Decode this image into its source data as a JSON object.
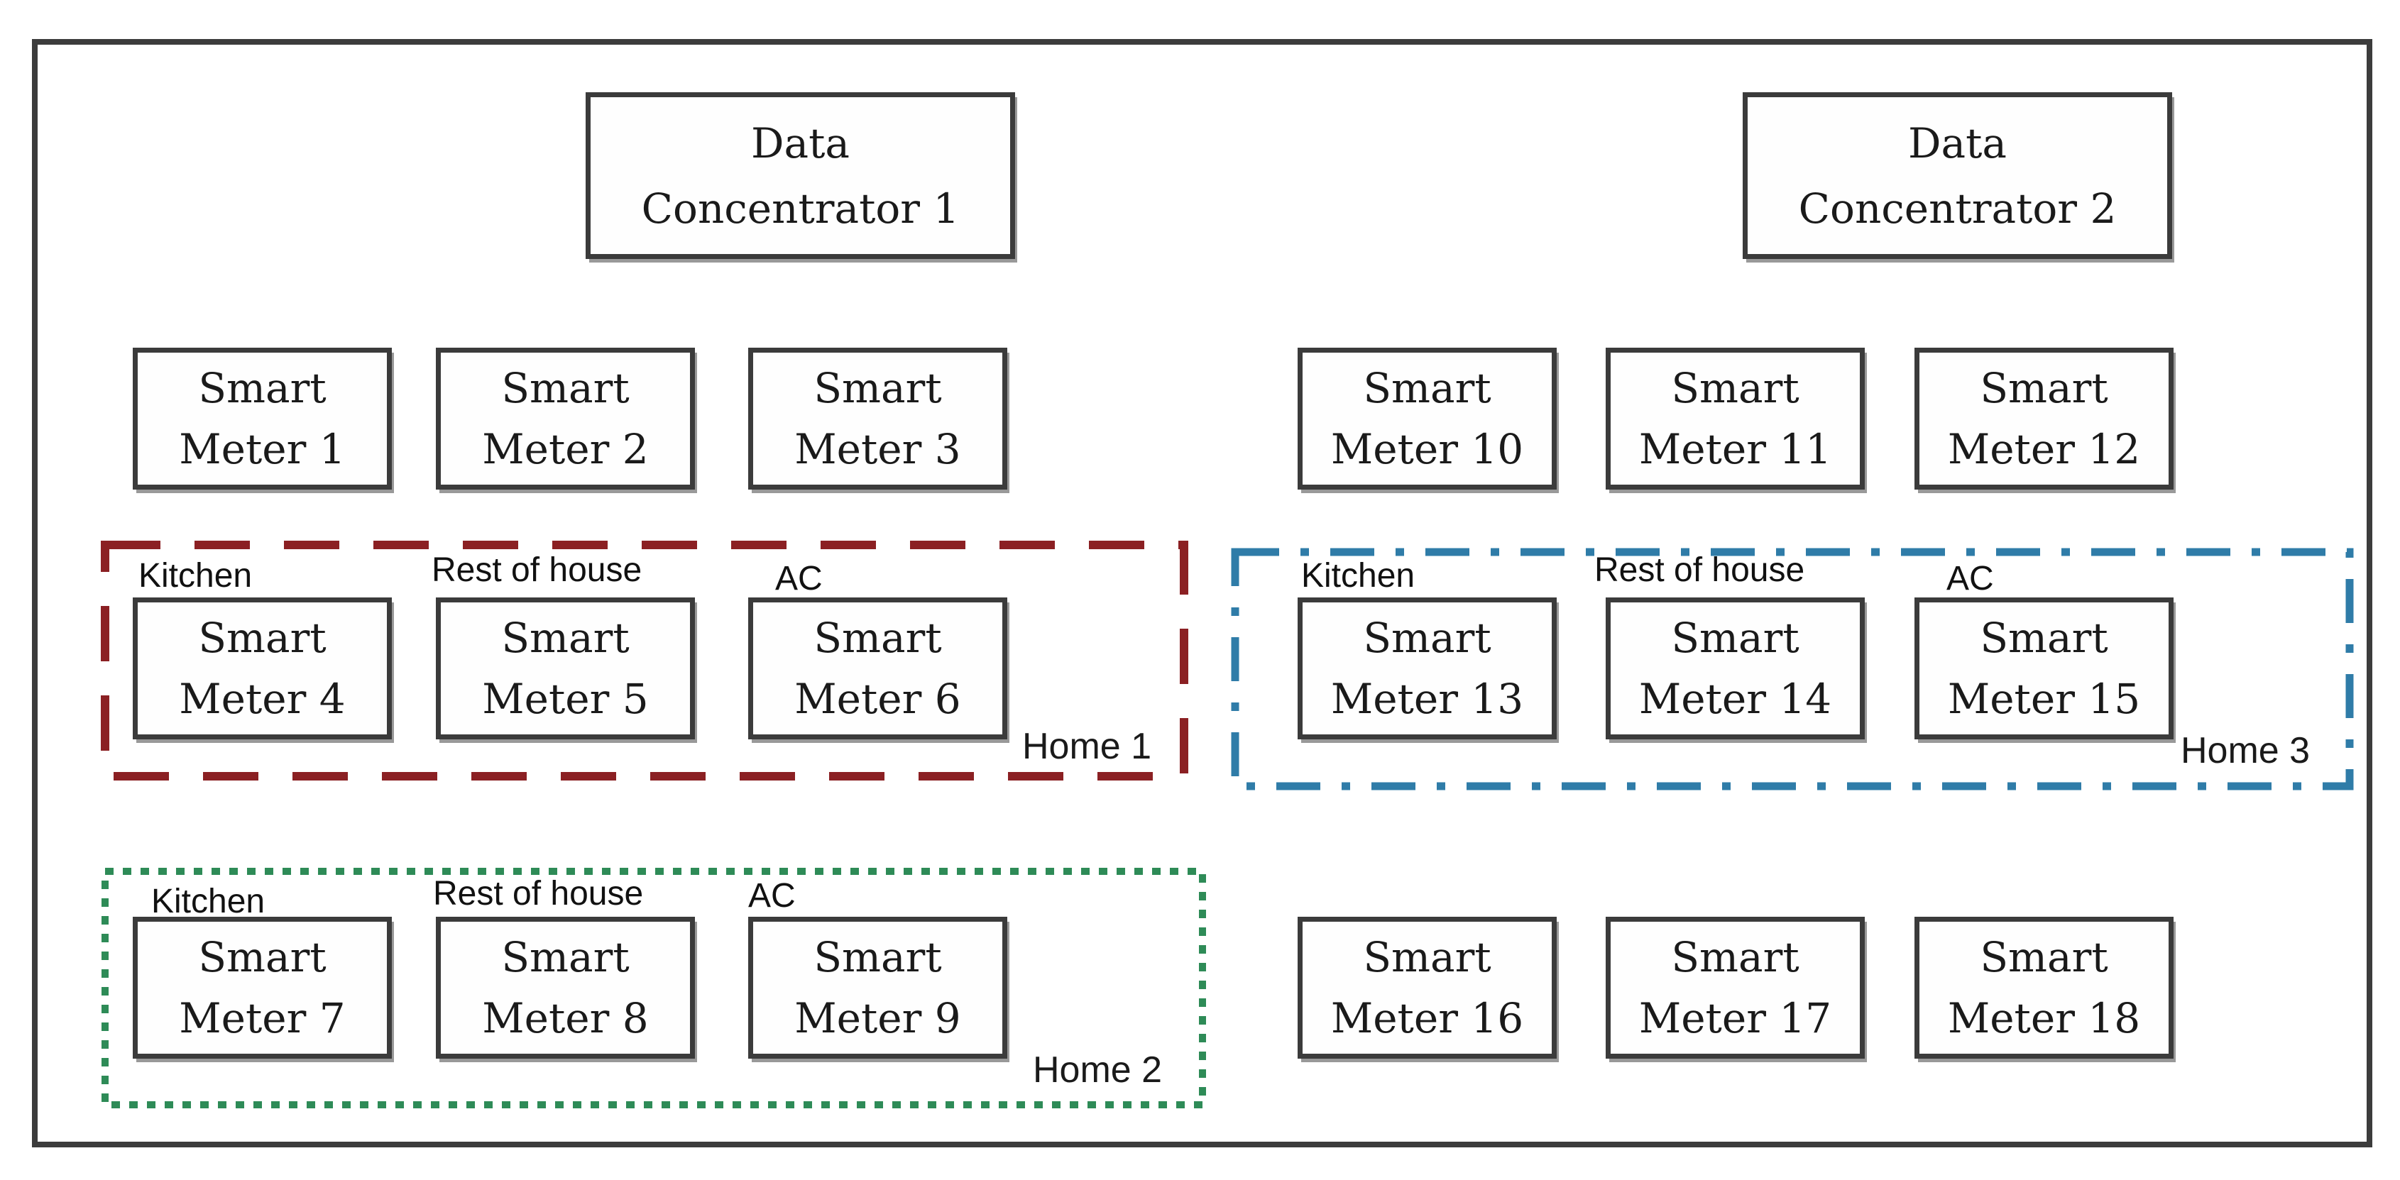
{
  "colors": {
    "outer_border": "#3c3c3c",
    "box_border": "#3b3b3b",
    "text": "#1a1a1a",
    "home1_border": "#8b2023",
    "home2_border": "#2e8b57",
    "home3_border": "#2f7ca8"
  },
  "concentrators": [
    {
      "line1": "Data",
      "line2": "Concentrator 1"
    },
    {
      "line1": "Data",
      "line2": "Concentrator 2"
    }
  ],
  "meters": [
    {
      "line1": "Smart",
      "line2": "Meter 1"
    },
    {
      "line1": "Smart",
      "line2": "Meter 2"
    },
    {
      "line1": "Smart",
      "line2": "Meter 3"
    },
    {
      "line1": "Smart",
      "line2": "Meter 4"
    },
    {
      "line1": "Smart",
      "line2": "Meter 5"
    },
    {
      "line1": "Smart",
      "line2": "Meter 6"
    },
    {
      "line1": "Smart",
      "line2": "Meter 7"
    },
    {
      "line1": "Smart",
      "line2": "Meter 8"
    },
    {
      "line1": "Smart",
      "line2": "Meter 9"
    },
    {
      "line1": "Smart",
      "line2": "Meter 10"
    },
    {
      "line1": "Smart",
      "line2": "Meter 11"
    },
    {
      "line1": "Smart",
      "line2": "Meter 12"
    },
    {
      "line1": "Smart",
      "line2": "Meter 13"
    },
    {
      "line1": "Smart",
      "line2": "Meter 14"
    },
    {
      "line1": "Smart",
      "line2": "Meter 15"
    },
    {
      "line1": "Smart",
      "line2": "Meter 16"
    },
    {
      "line1": "Smart",
      "line2": "Meter 17"
    },
    {
      "line1": "Smart",
      "line2": "Meter 18"
    }
  ],
  "homes": [
    {
      "name": "Home 1",
      "rooms": [
        "Kitchen",
        "Rest of house",
        "AC"
      ],
      "border_color": "#8b2023",
      "border_style": "dashed"
    },
    {
      "name": "Home 2",
      "rooms": [
        "Kitchen",
        "Rest of house",
        "AC"
      ],
      "border_color": "#2e8b57",
      "border_style": "dotted"
    },
    {
      "name": "Home 3",
      "rooms": [
        "Kitchen",
        "Rest of house",
        "AC"
      ],
      "border_color": "#2f7ca8",
      "border_style": "dash-dot"
    }
  ]
}
